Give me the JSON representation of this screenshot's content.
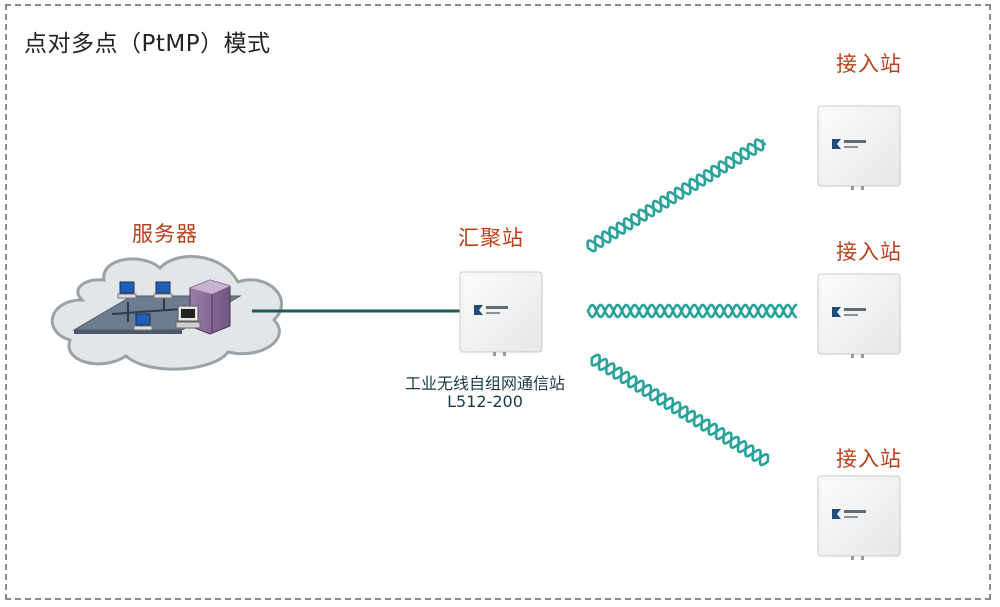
{
  "title": "点对多点（PtMP）模式",
  "server": {
    "label": "服务器"
  },
  "hub": {
    "label": "汇聚站",
    "name": "工业无线自组网通信站",
    "model": "L512-200"
  },
  "stations": [
    {
      "label": "接入站"
    },
    {
      "label": "接入站"
    },
    {
      "label": "接入站"
    }
  ],
  "colors": {
    "accent_red": "#b8401a",
    "wave": "#2aa39a",
    "link": "#1d5b57",
    "cloud": "#e3e6e8"
  }
}
